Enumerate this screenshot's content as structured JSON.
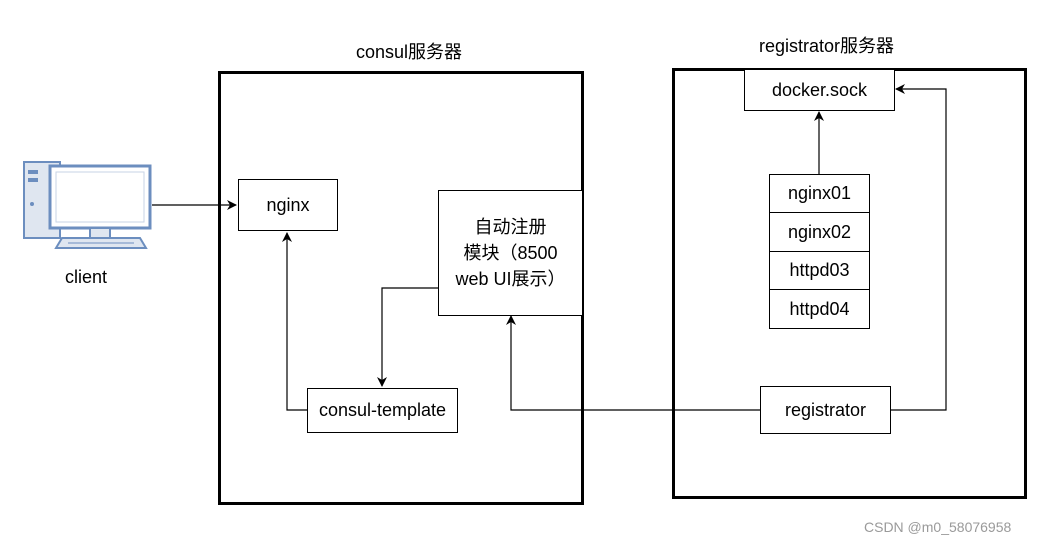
{
  "consul_server": {
    "title": "consul服务器"
  },
  "registrator_server": {
    "title": "registrator服务器"
  },
  "client": {
    "label": "client",
    "icon": "desktop-computer-icon"
  },
  "nodes": {
    "nginx": "nginx",
    "auto_register": {
      "line1": "自动注册",
      "line2": "模块（8500",
      "line3": "web UI展示）"
    },
    "consul_template": "consul-template",
    "docker_sock": "docker.sock",
    "containers": [
      "nginx01",
      "nginx02",
      "httpd03",
      "httpd04"
    ],
    "registrator": "registrator"
  },
  "watermark": "CSDN @m0_58076958",
  "colors": {
    "line": "#000000",
    "computer_frame": "#6c8ebf",
    "computer_screen": "#ffffff"
  }
}
